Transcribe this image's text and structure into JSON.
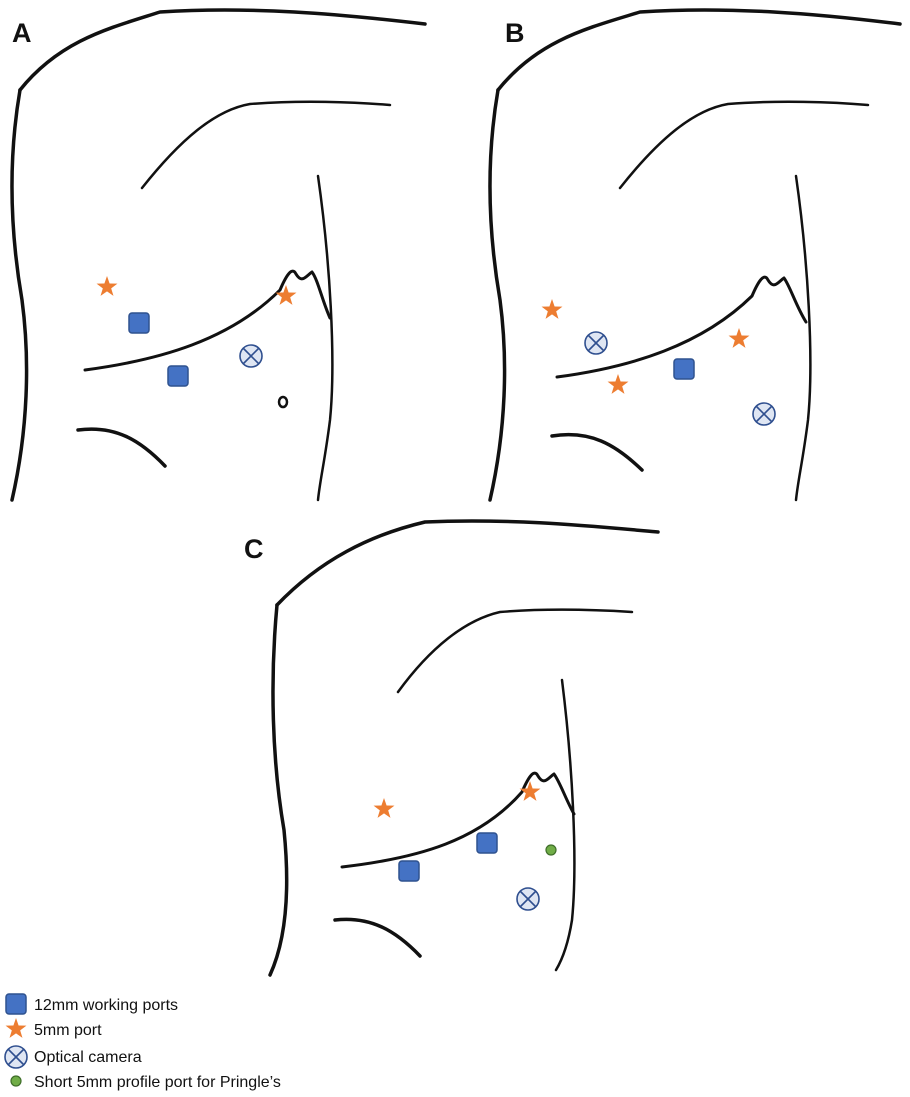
{
  "panels": [
    {
      "label": "A",
      "markers": [
        {
          "type": "star"
        },
        {
          "type": "star"
        },
        {
          "type": "square"
        },
        {
          "type": "square"
        },
        {
          "type": "camera"
        }
      ]
    },
    {
      "label": "B",
      "markers": [
        {
          "type": "star"
        },
        {
          "type": "star"
        },
        {
          "type": "star"
        },
        {
          "type": "square"
        },
        {
          "type": "camera"
        },
        {
          "type": "camera"
        }
      ]
    },
    {
      "label": "C",
      "markers": [
        {
          "type": "star"
        },
        {
          "type": "star"
        },
        {
          "type": "square"
        },
        {
          "type": "square"
        },
        {
          "type": "dot"
        },
        {
          "type": "camera"
        }
      ]
    }
  ],
  "legend": [
    {
      "type": "square",
      "label": "12mm working ports"
    },
    {
      "type": "star",
      "label": "5mm port"
    },
    {
      "type": "camera",
      "label": "Optical camera"
    },
    {
      "type": "dot",
      "label": "Short 5mm profile port for Pringle’s"
    }
  ],
  "colors": {
    "square_fill": "#4472c4",
    "square_stroke": "#2f528f",
    "star": "#ed7d31",
    "camera_fill": "#dfe6f3",
    "camera_stroke": "#2f4f8f",
    "dot_fill": "#70ad47",
    "dot_stroke": "#3f6e2a",
    "line": "#111111"
  },
  "icons": {
    "square": "rounded-square-icon",
    "star": "star-icon",
    "camera": "circled-x-icon",
    "dot": "small-dot-icon"
  }
}
